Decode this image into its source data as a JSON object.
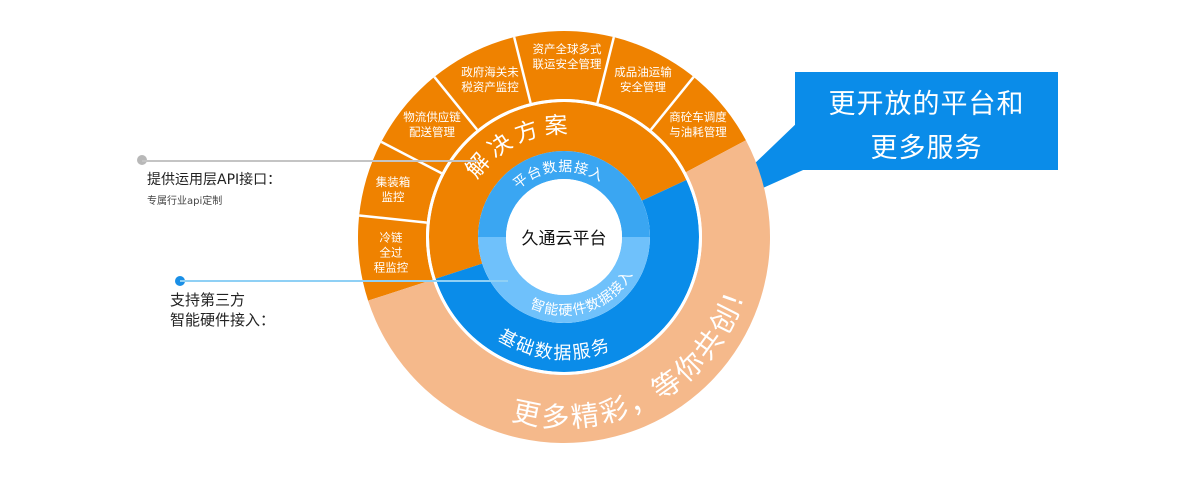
{
  "center_label": "久通云平台",
  "rings": {
    "solutions_label": "解决方案",
    "platform_access_label": "平台数据接入",
    "hardware_access_label": "智能硬件数据接入",
    "basic_service_label": "基础数据服务",
    "more_label": "更多精彩，等你共创!"
  },
  "segments": [
    {
      "label": "冷链\n全过\n程监控"
    },
    {
      "label": "集装箱\n监控"
    },
    {
      "label": "物流供应链\n配送管理"
    },
    {
      "label": "政府海关未\n税资产监控"
    },
    {
      "label": "资产全球多式\n联运安全管理"
    },
    {
      "label": "成品油运输\n安全管理"
    },
    {
      "label": "商砼车调度\n与油耗管理"
    }
  ],
  "callout": {
    "line1": "更开放的平台和",
    "line2": "更多服务"
  },
  "annotations": {
    "api_title": "提供运用层API接口：",
    "api_sub": "专属行业api定制",
    "hw_line1": "支持第三方",
    "hw_line2": "智能硬件接入："
  },
  "colors": {
    "orange": "#ef8200",
    "peach": "#f5b98b",
    "blue": "#0a8ce9",
    "inner_top": "#3aa6f2",
    "inner_bottom": "#6fc1fb"
  }
}
